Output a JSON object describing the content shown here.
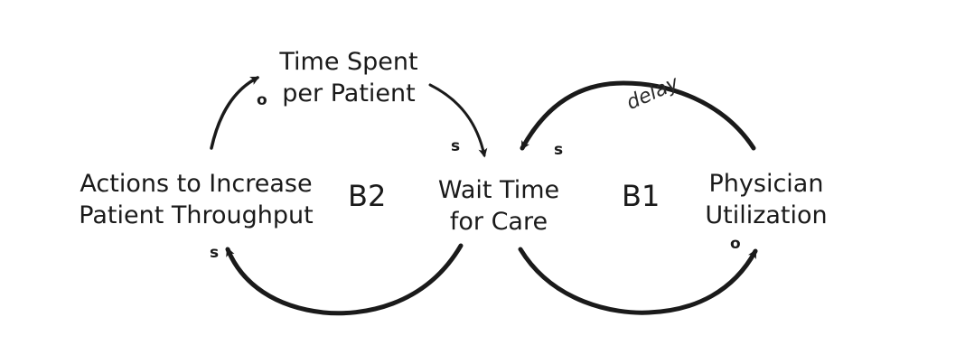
{
  "nodes": {
    "time_spent": [
      "Time Spent",
      "per Patient"
    ],
    "actions": [
      "Actions to Increase",
      "Patient Throughput"
    ],
    "wait_time": [
      "Wait Time",
      "for Care"
    ],
    "physician": [
      "Physician",
      "Utilization"
    ]
  },
  "loops": {
    "b2": "B2",
    "b1": "B1"
  },
  "polarities": {
    "actions_to_time_spent": "o",
    "time_spent_to_wait": "s",
    "wait_to_actions": "s",
    "physician_to_wait": "s",
    "wait_to_physician": "o"
  },
  "annotations": {
    "delay": "delay"
  },
  "colors": {
    "ink": "#1a1a1a",
    "background": "#ffffff"
  }
}
